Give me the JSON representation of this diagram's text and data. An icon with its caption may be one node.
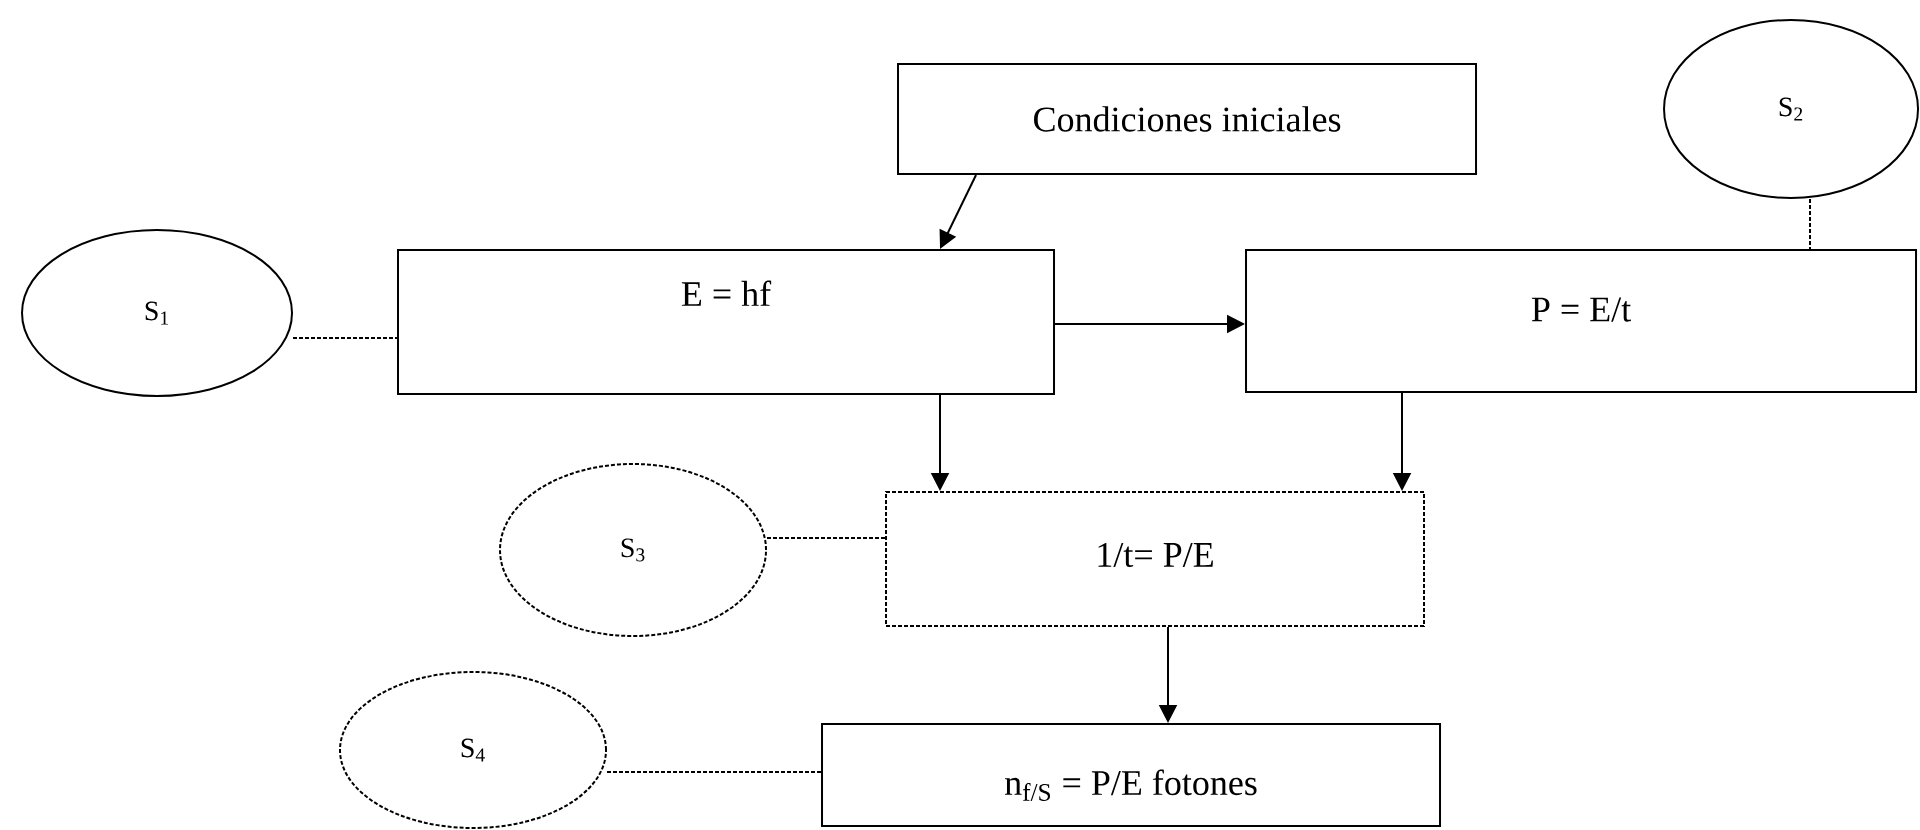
{
  "diagram": {
    "nodes": [
      {
        "text": [
          "Condiciones iniciales"
        ]
      },
      {
        "text": [
          "S$_{1}$"
        ]
      },
      {
        "text": [
          "E = hf"
        ]
      },
      {
        "text": [
          "S$_{2}$"
        ]
      },
      {
        "text": [
          "P = E/t"
        ]
      },
      {
        "text": [
          "S$_{3}$"
        ]
      },
      {
        "text": [
          "1/t= P/E"
        ]
      },
      {
        "text": [
          "S$_{4}$"
        ]
      },
      {
        "text": [
          "n$_{f/S}$ = P/E fotones"
        ]
      }
    ],
    "edges": [
      {
        "from": 0,
        "to": 2,
        "arrow": "to"
      },
      {
        "from": 1,
        "to": 2,
        "arrow": "none",
        "style": "dashed"
      },
      {
        "from": 2,
        "to": 4,
        "arrow": "to"
      },
      {
        "from": 3,
        "to": 4,
        "arrow": "none",
        "style": "dashed"
      },
      {
        "from": 2,
        "to": 6,
        "arrow": "to"
      },
      {
        "from": 4,
        "to": 6,
        "arrow": "to"
      },
      {
        "from": 5,
        "to": 6,
        "arrow": "none",
        "style": "dashed"
      },
      {
        "from": 6,
        "to": 8,
        "arrow": "to"
      },
      {
        "from": 7,
        "to": 8,
        "arrow": "none",
        "style": "dashed"
      }
    ]
  }
}
